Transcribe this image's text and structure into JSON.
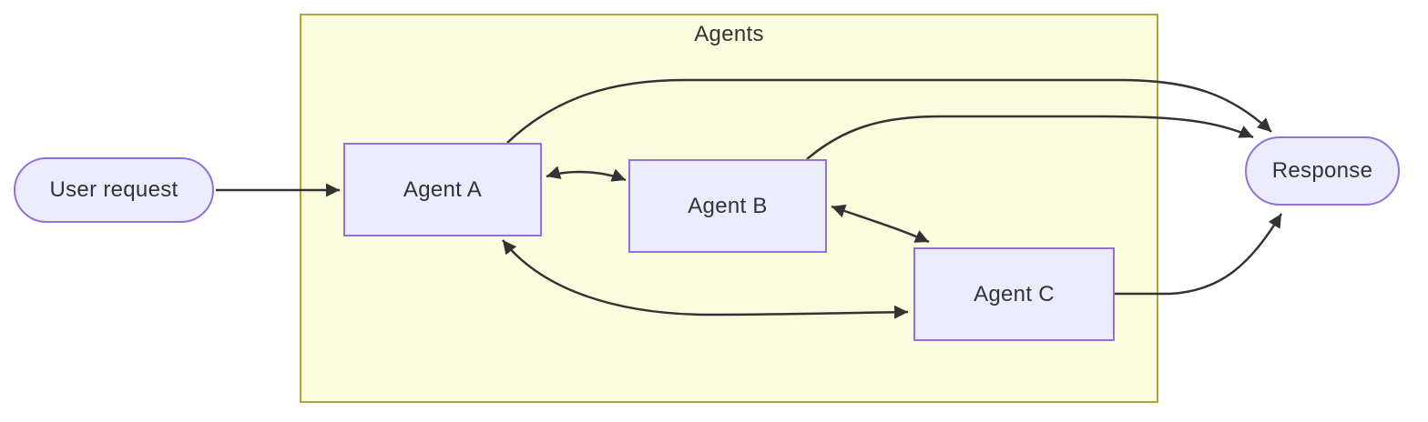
{
  "diagram": {
    "type": "flowchart",
    "direction": "left-to-right",
    "cluster": {
      "title": "Agents",
      "members": [
        "agent_a",
        "agent_b",
        "agent_c"
      ]
    },
    "nodes": {
      "user_request": {
        "label": "User request",
        "shape": "stadium"
      },
      "agent_a": {
        "label": "Agent A",
        "shape": "rectangle"
      },
      "agent_b": {
        "label": "Agent B",
        "shape": "rectangle"
      },
      "agent_c": {
        "label": "Agent C",
        "shape": "rectangle"
      },
      "response": {
        "label": "Response",
        "shape": "stadium"
      }
    },
    "edges": [
      {
        "from": "user_request",
        "to": "agent_a",
        "bidirectional": false
      },
      {
        "from": "agent_a",
        "to": "agent_b",
        "bidirectional": true
      },
      {
        "from": "agent_b",
        "to": "agent_c",
        "bidirectional": true
      },
      {
        "from": "agent_a",
        "to": "agent_c",
        "bidirectional": true
      },
      {
        "from": "agent_a",
        "to": "response",
        "bidirectional": false
      },
      {
        "from": "agent_b",
        "to": "response",
        "bidirectional": false
      },
      {
        "from": "agent_c",
        "to": "response",
        "bidirectional": false
      }
    ],
    "colors": {
      "node_fill": "#ECECFF",
      "node_border": "#9370DB",
      "cluster_fill": "#FBFBDE",
      "cluster_border": "#AAAA33",
      "edge": "#333333",
      "text": "#333333",
      "background": "#FFFFFF"
    }
  }
}
